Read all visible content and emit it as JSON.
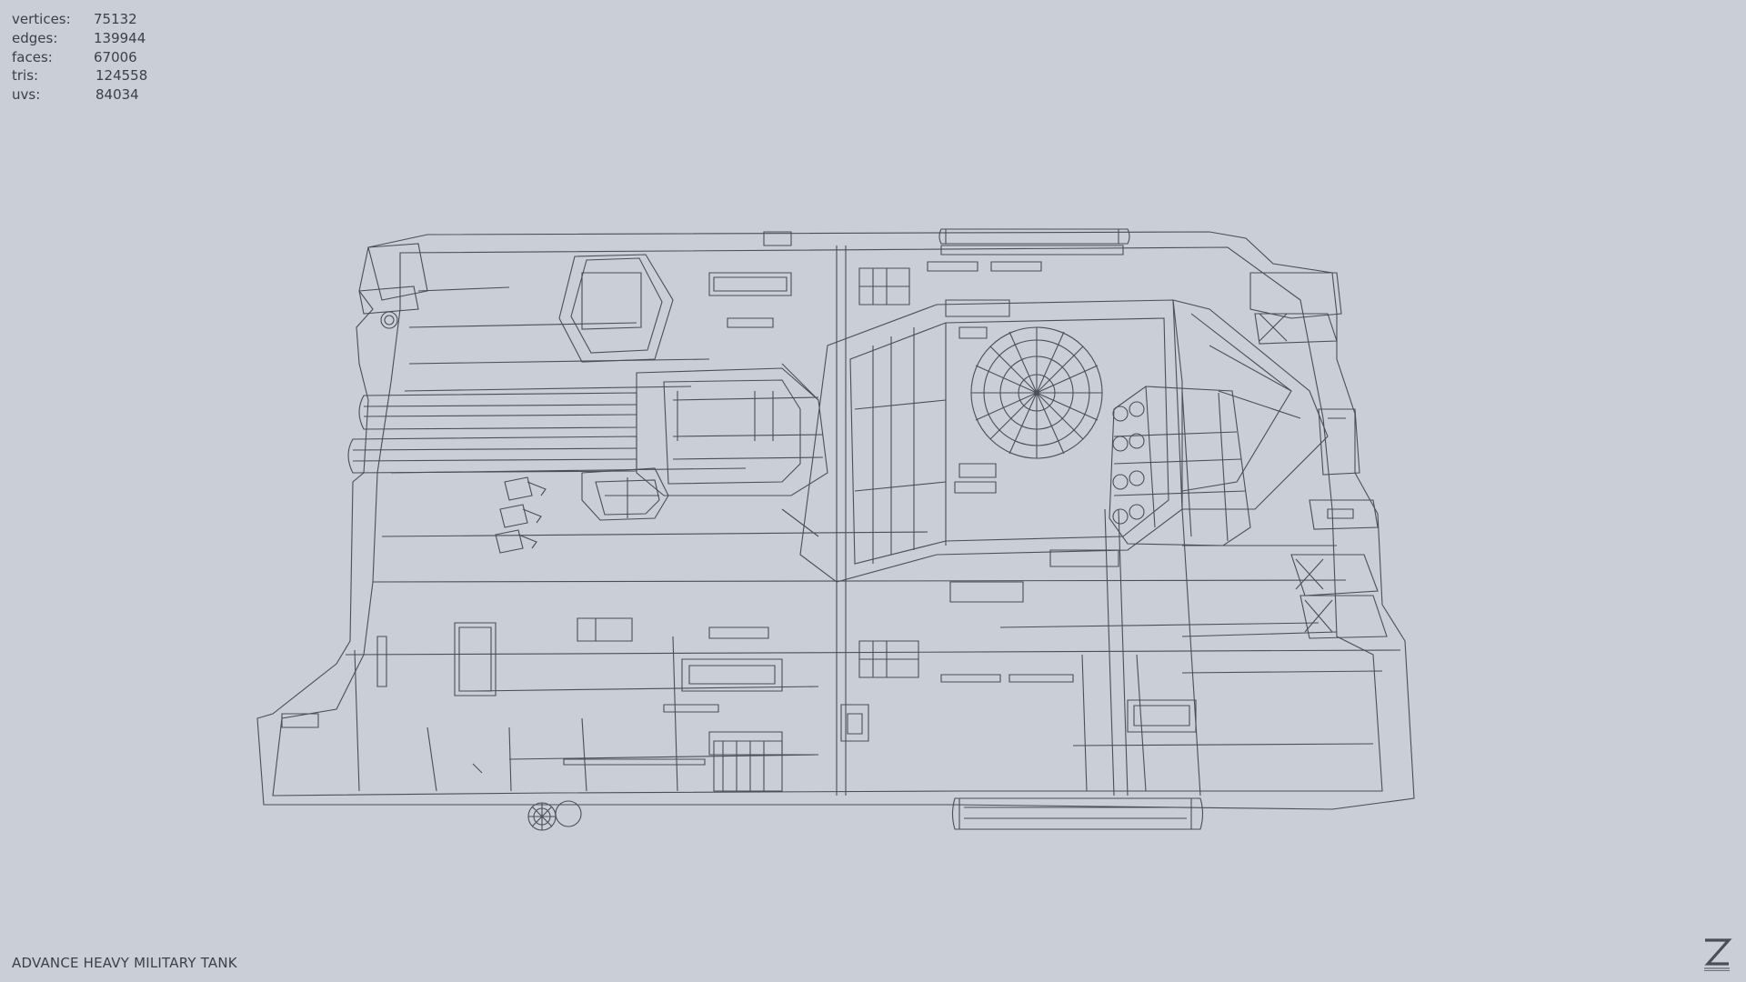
{
  "viewport": {
    "background": "#c9ced7",
    "wire_color": "#4a4e57"
  },
  "stats": {
    "vertices": {
      "label": "vertices:",
      "value": "75132"
    },
    "edges": {
      "label": "edges:",
      "value": "139944"
    },
    "faces": {
      "label": "faces:",
      "value": "67006"
    },
    "tris": {
      "label": "tris:",
      "value": "124558"
    },
    "uvs": {
      "label": "uvs:",
      "value": "84034"
    }
  },
  "model": {
    "title": "ADVANCE HEAVY MILITARY TANK"
  },
  "logo": {
    "icon": "z-logo-icon"
  }
}
